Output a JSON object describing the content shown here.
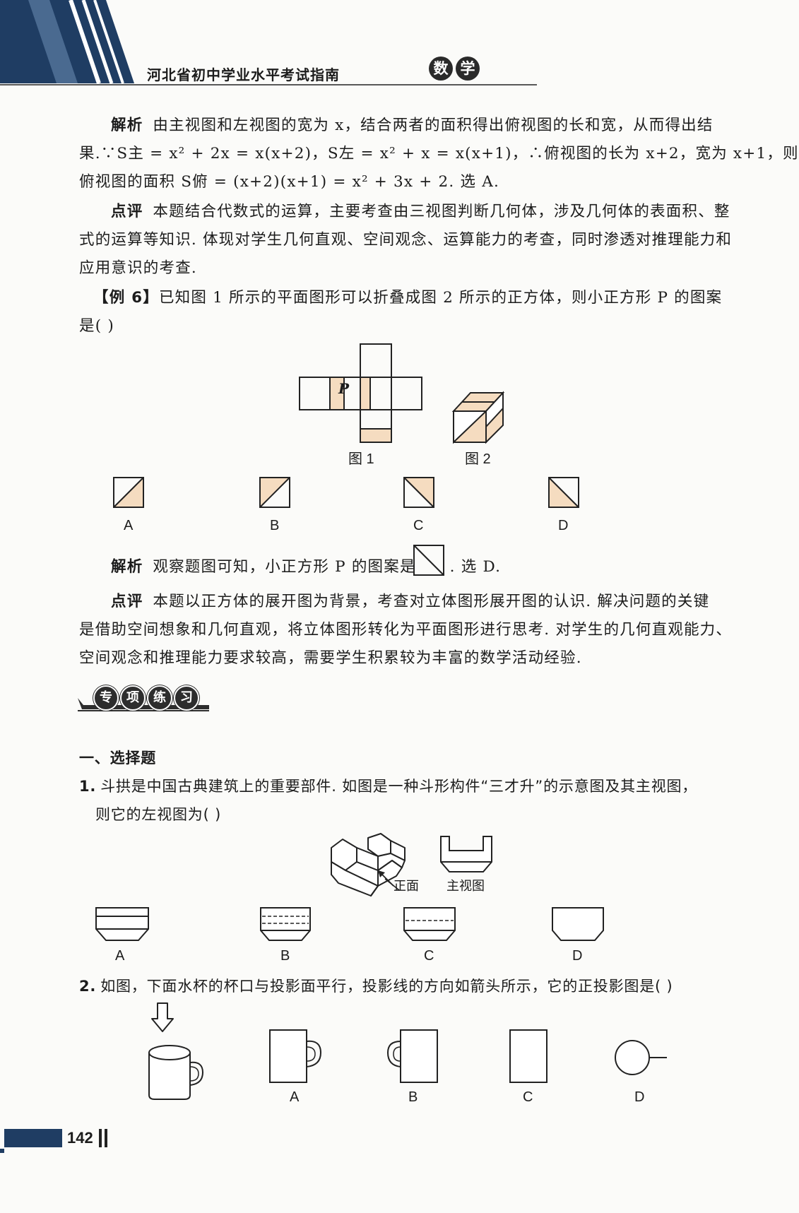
{
  "header": {
    "book_title": "河北省初中学业水平考试指南",
    "subject_char1": "数",
    "subject_char2": "学"
  },
  "analysis1": {
    "label": "解析",
    "line1": "由主视图和左视图的宽为 x，结合两者的面积得出俯视图的长和宽，从而得出结",
    "line2": "果.∵S主 = x² + 2x = x(x+2)，S左 = x² + x = x(x+1)，∴俯视图的长为 x+2，宽为 x+1，则",
    "line3": "俯视图的面积 S俯 = (x+2)(x+1) = x² + 3x + 2. 选 A."
  },
  "comment1": {
    "label": "点评",
    "line1": "本题结合代数式的运算，主要考查由三视图判断几何体，涉及几何体的表面积、整",
    "line2": "式的运算等知识. 体现对学生几何直观、空间观念、运算能力的考查，同时渗透对推理能力和",
    "line3": "应用意识的考查."
  },
  "example6": {
    "label": "【例 6】",
    "line1": "已知图 1 所示的平面图形可以折叠成图 2 所示的正方体，则小正方形 P 的图案",
    "line2": "是(     )",
    "fig1_label": "P",
    "fig1_caption": "图 1",
    "fig2_caption": "图 2",
    "options": [
      "A",
      "B",
      "C",
      "D"
    ]
  },
  "analysis2": {
    "label": "解析",
    "text_before": "观察题图可知，小正方形 P 的图案是",
    "text_after": ". 选 D."
  },
  "comment2": {
    "label": "点评",
    "line1": "本题以正方体的展开图为背景，考查对立体图形展开图的认识. 解决问题的关键",
    "line2": "是借助空间想象和几何直观，将立体图形转化为平面图形进行思考. 对学生的几何直观能力、",
    "line3": "空间观念和推理能力要求较高，需要学生积累较为丰富的数学活动经验."
  },
  "section": {
    "chars": [
      "专",
      "项",
      "练",
      "习"
    ],
    "part_title": "一、选择题"
  },
  "q1": {
    "number": "1.",
    "line1": "斗拱是中国古典建筑上的重要部件. 如图是一种斗形构件“三才升”的示意图及其主视图，",
    "line2": "则它的左视图为(     )",
    "front_label": "正面",
    "main_view_label": "主视图",
    "options": [
      "A",
      "B",
      "C",
      "D"
    ]
  },
  "q2": {
    "number": "2.",
    "text": "如图，下面水杯的杯口与投影面平行，投影线的方向如箭头所示，它的正投影图是(      )",
    "options": [
      "A",
      "B",
      "C",
      "D"
    ]
  },
  "page_number": "142",
  "colors": {
    "shade": "#f5dcc0",
    "header_blue": "#1f3d63",
    "ink": "#1c1c1c"
  }
}
